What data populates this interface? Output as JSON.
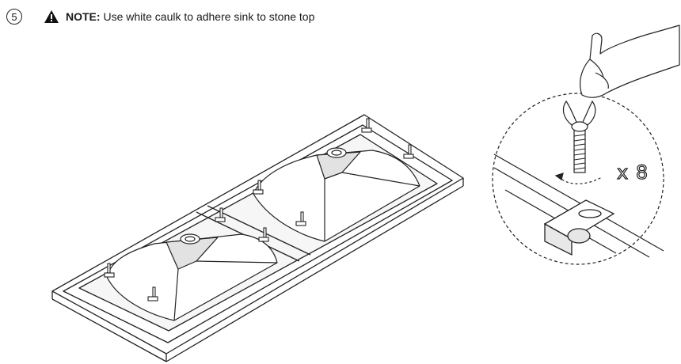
{
  "step": {
    "number": "5"
  },
  "note": {
    "label": "NOTE:",
    "text": "Use white caulk to adhere sink to stone top"
  },
  "callout": {
    "quantity": "x 8"
  },
  "icons": {
    "warning": "warning-triangle-icon"
  },
  "colors": {
    "line": "#222222",
    "fill": "#ffffff",
    "shade": "#dcdcdc"
  }
}
